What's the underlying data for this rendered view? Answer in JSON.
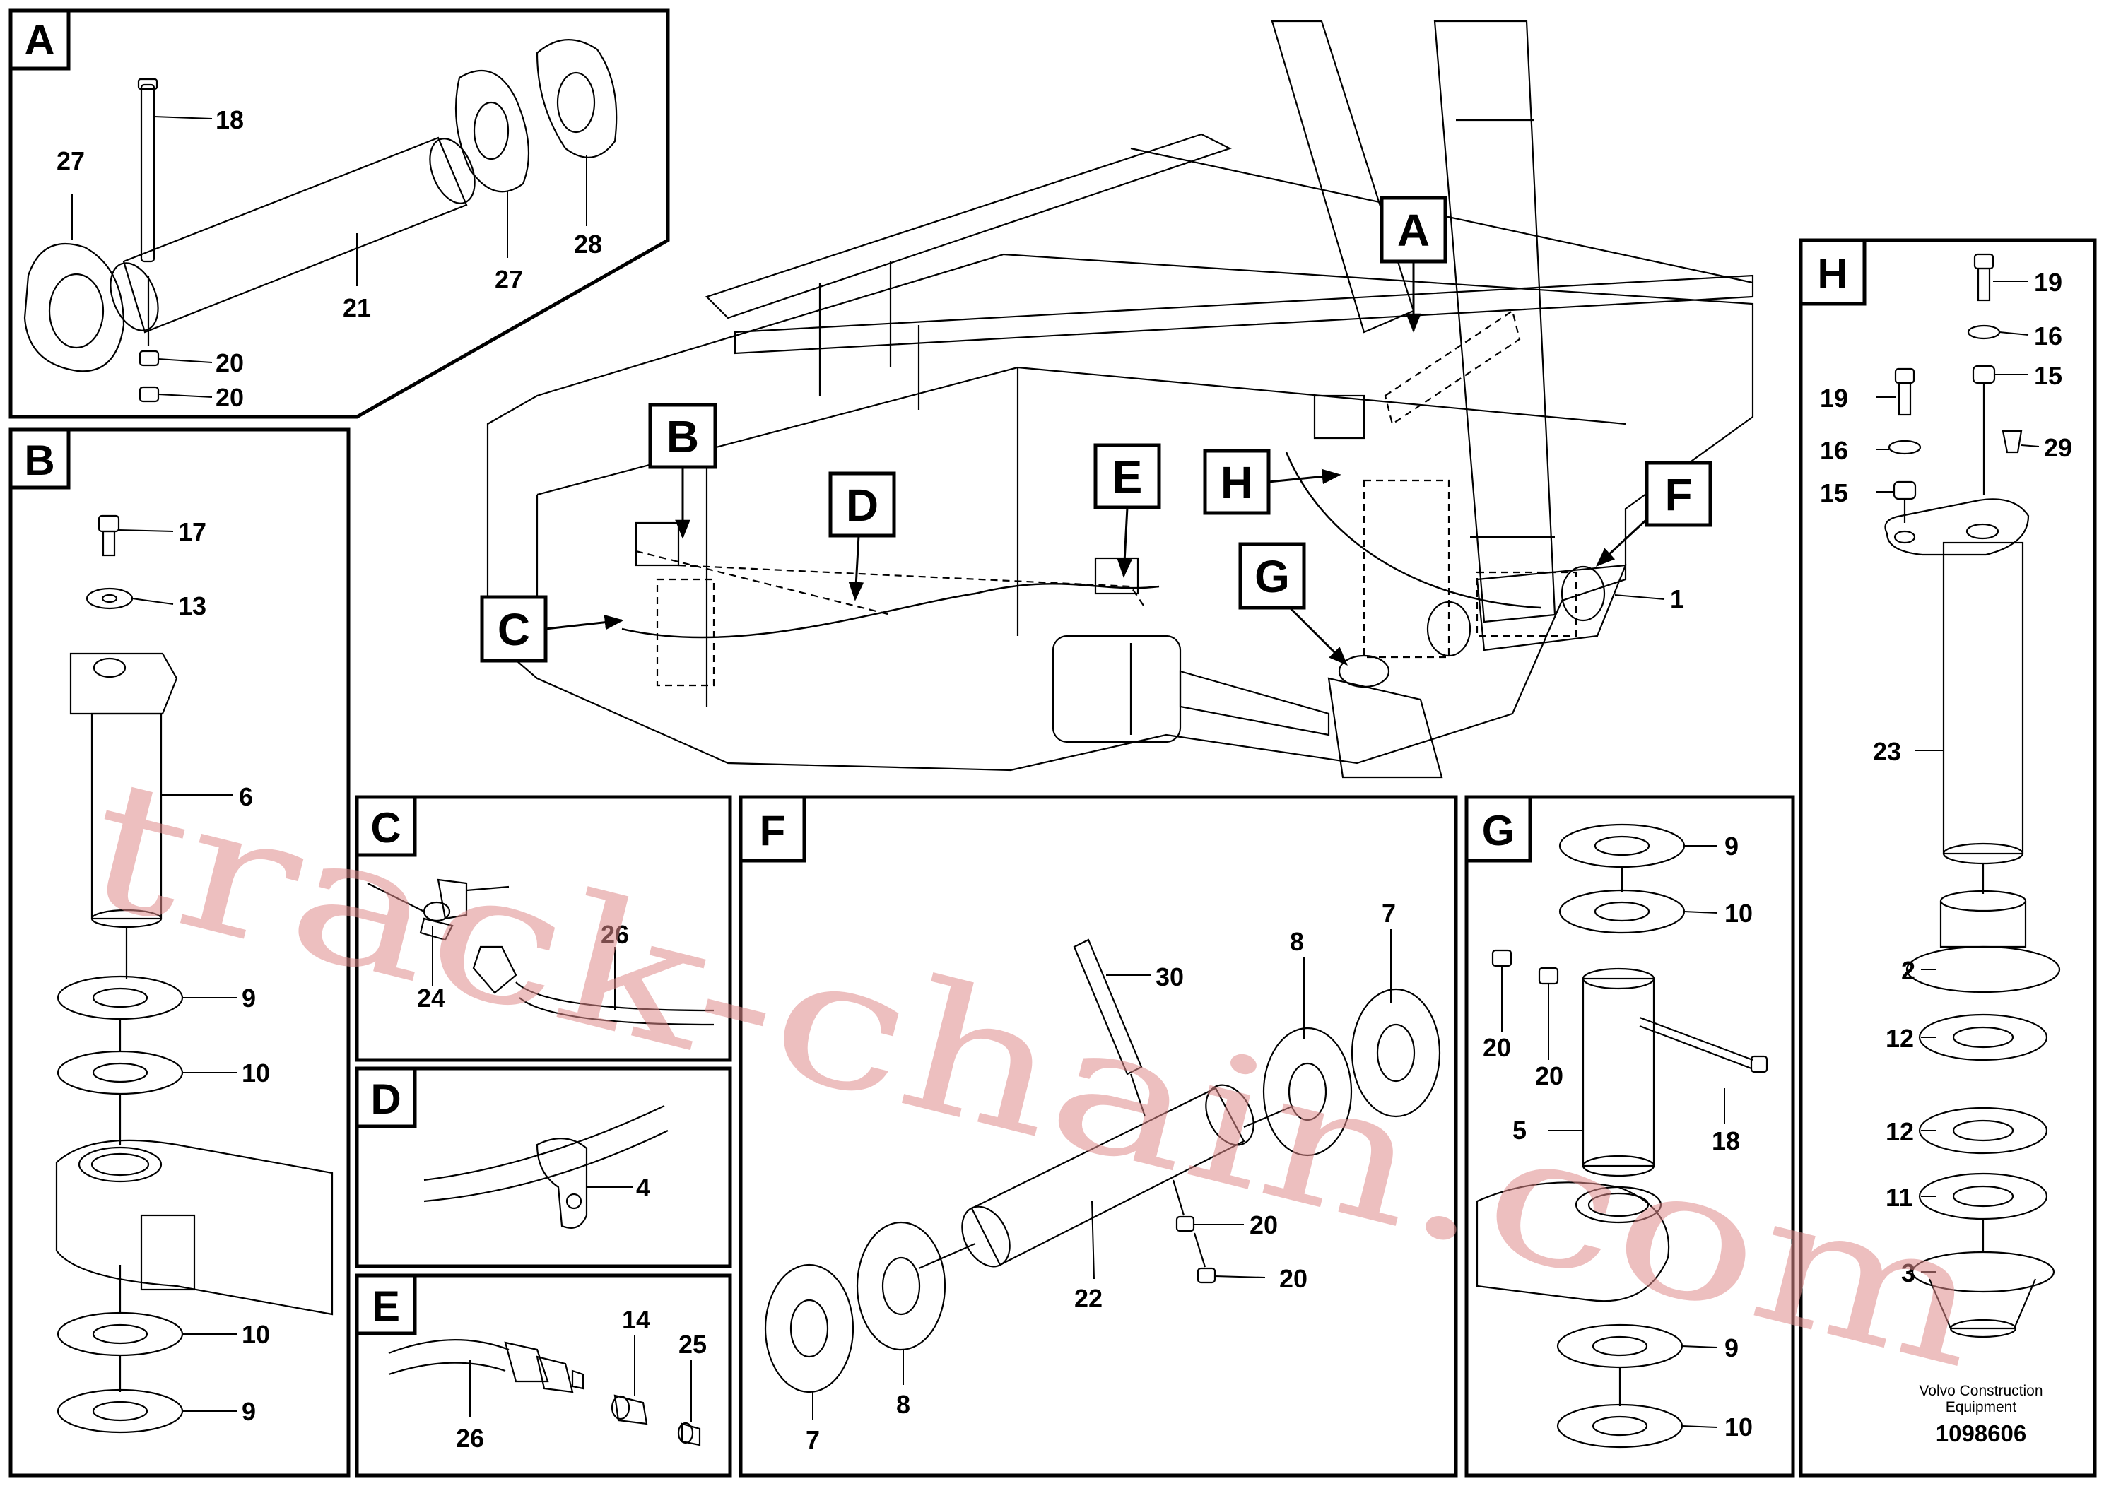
{
  "panels": {
    "A": {
      "label": "A",
      "callouts": {
        "c18": "18",
        "c27a": "27",
        "c21": "21",
        "c27b": "27",
        "c28": "28",
        "c20a": "20",
        "c20b": "20"
      }
    },
    "B": {
      "label": "B",
      "callouts": {
        "c17": "17",
        "c13": "13",
        "c6": "6",
        "c9a": "9",
        "c10a": "10",
        "c10b": "10",
        "c9b": "9"
      }
    },
    "C": {
      "label": "C",
      "callouts": {
        "c24": "24",
        "c26": "26"
      }
    },
    "D": {
      "label": "D",
      "callouts": {
        "c4": "4"
      }
    },
    "E": {
      "label": "E",
      "callouts": {
        "c14": "14",
        "c25": "25",
        "c26": "26"
      }
    },
    "F": {
      "label": "F",
      "callouts": {
        "c30": "30",
        "c8a": "8",
        "c7a": "7",
        "c20a": "20",
        "c20b": "20",
        "c22": "22",
        "c7b": "7",
        "c8b": "8"
      }
    },
    "G": {
      "label": "G",
      "callouts": {
        "c9a": "9",
        "c10a": "10",
        "c20a": "20",
        "c20b": "20",
        "c5": "5",
        "c18": "18",
        "c9b": "9",
        "c10b": "10"
      }
    },
    "H": {
      "label": "H",
      "callouts": {
        "c19a": "19",
        "c16a": "16",
        "c15a": "15",
        "c19b": "19",
        "c16b": "16",
        "c15b": "15",
        "c29": "29",
        "c23": "23",
        "c2": "2",
        "c12a": "12",
        "c12b": "12",
        "c11": "11",
        "c3": "3"
      }
    }
  },
  "main": {
    "labels": {
      "A": "A",
      "B": "B",
      "C": "C",
      "D": "D",
      "E": "E",
      "F": "F",
      "G": "G",
      "H": "H"
    },
    "callout_1": "1"
  },
  "footer": {
    "line1": "Volvo Construction",
    "line2": "Equipment",
    "number": "1098606"
  },
  "watermark": "track-chain.com"
}
